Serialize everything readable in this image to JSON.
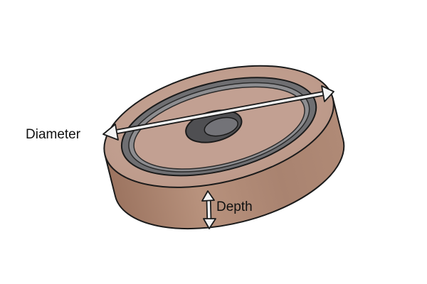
{
  "labels": {
    "diameter": "Diameter",
    "depth": "Depth"
  },
  "colors": {
    "body_fill": "#b48d78",
    "body_shadow": "#9f7662",
    "top_face": "#c4a293",
    "outer_ring": "#6f6f72",
    "inner_ring": "#8d8d90",
    "recess": "#c2a092",
    "center_boss": "#4f4f52",
    "center_hole": "#737378",
    "outline": "#1a1a1a",
    "arrow_fill": "#f4f4f4"
  },
  "icons": {
    "diameter_arrow": "double-headed-arrow",
    "depth_arrow": "double-headed-arrow"
  }
}
